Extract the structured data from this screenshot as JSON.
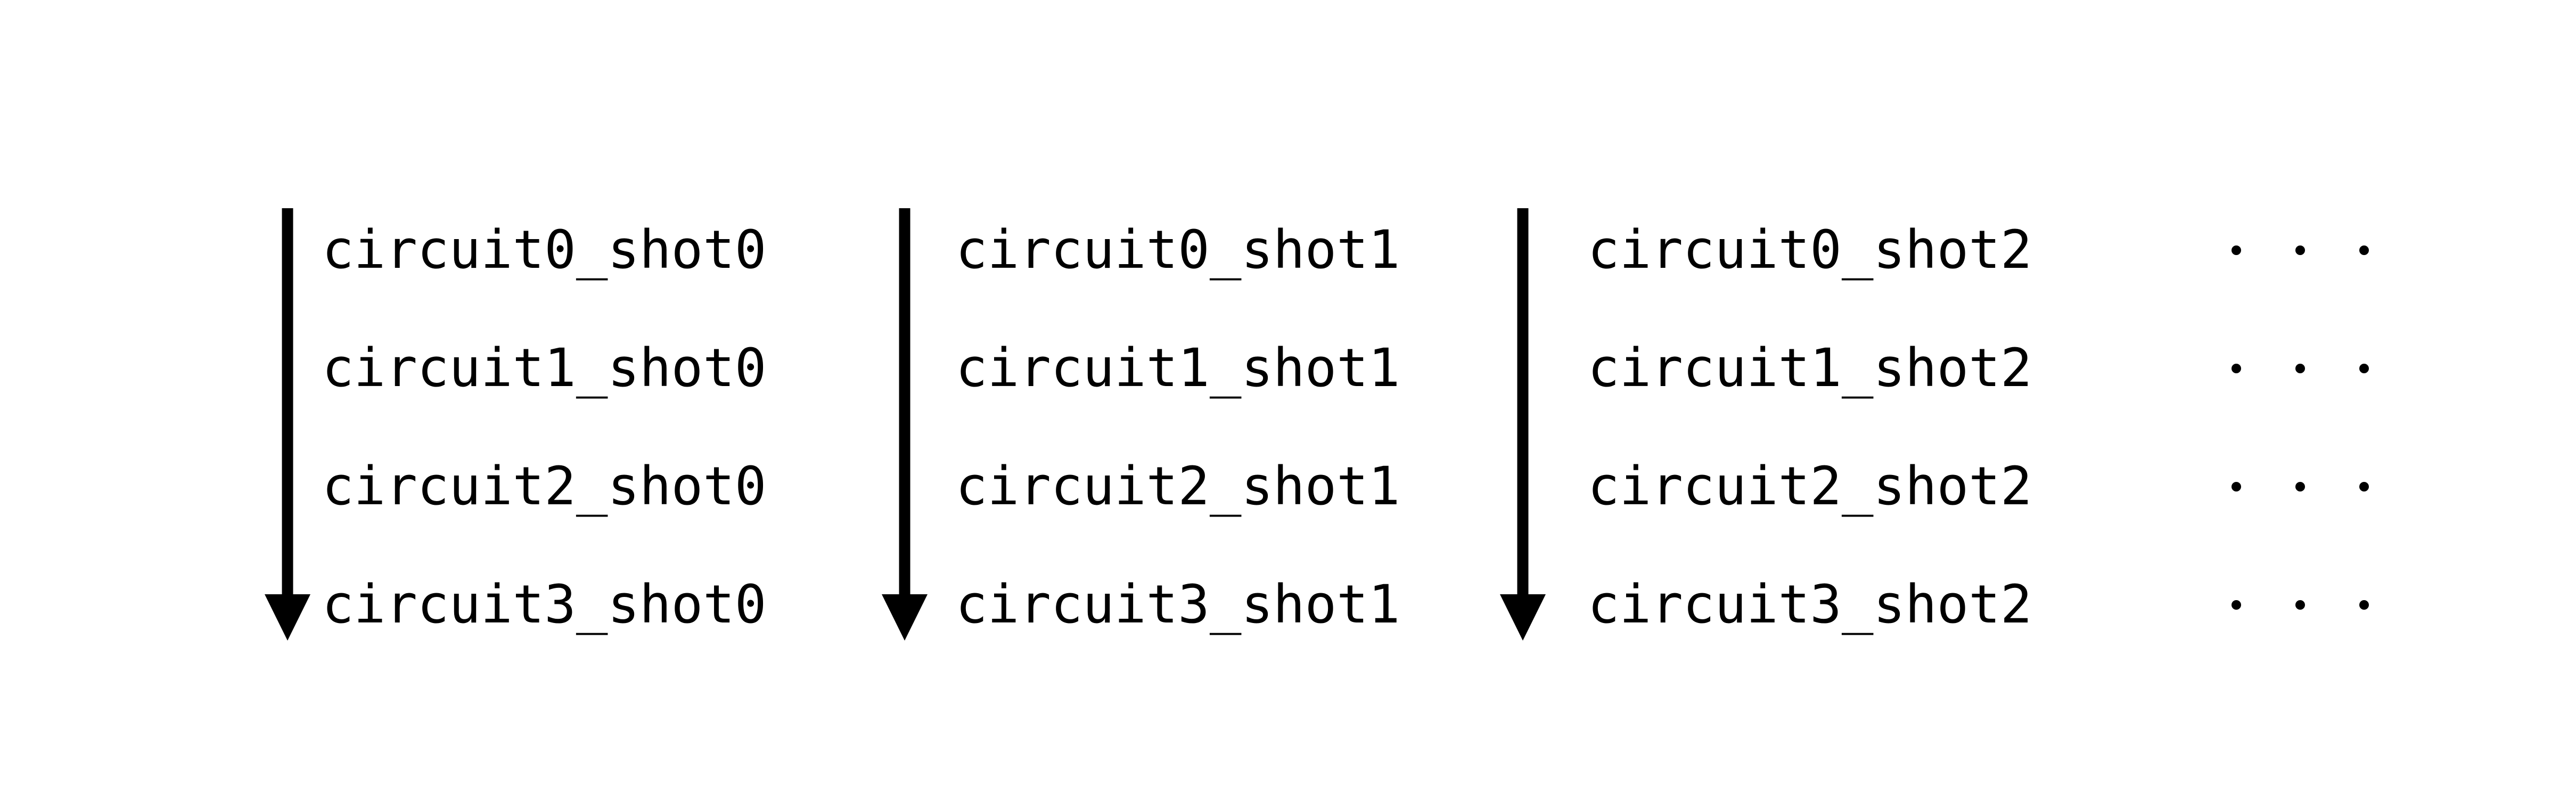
{
  "figure": {
    "background": "#ffffff",
    "ink_color": "#000000",
    "columns": [
      {
        "labels": [
          "circuit0_shot0",
          "circuit1_shot0",
          "circuit2_shot0",
          "circuit3_shot0"
        ]
      },
      {
        "labels": [
          "circuit0_shot1",
          "circuit1_shot1",
          "circuit2_shot1",
          "circuit3_shot1"
        ]
      },
      {
        "labels": [
          "circuit0_shot2",
          "circuit1_shot2",
          "circuit2_shot2",
          "circuit3_shot2"
        ]
      }
    ],
    "ellipsis": {
      "rows": 4,
      "dots_per_row": 3
    }
  }
}
